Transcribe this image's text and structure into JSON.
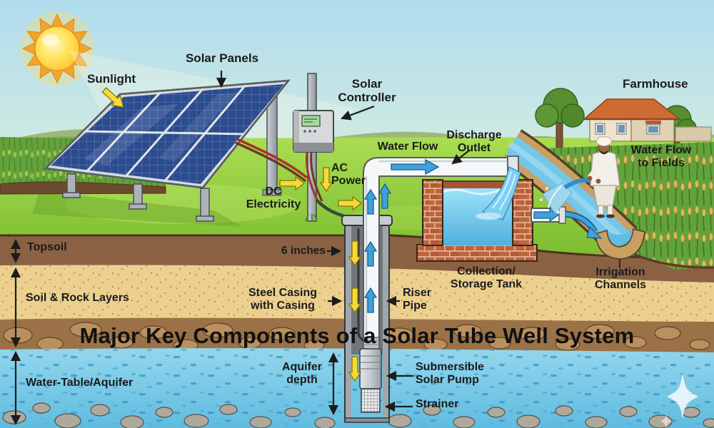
{
  "title": "Major Key Components of a Solar Tube Well System",
  "labels": {
    "sunlight": "Sunlight",
    "solar_panels": "Solar Panels",
    "solar_controller": "Solar Controller",
    "dc_electricity": "DC Electricity",
    "ac_power": "AC Power",
    "water_flow": "Water Flow",
    "discharge_outlet": "Discharge Outlet",
    "farmhouse": "Farmhouse",
    "water_flow_to_fields": "Water Flow to Fields",
    "topsoil": "Topsoil",
    "soil_rock_layers": "Soil & Rock Layers",
    "six_inches": "6 inches",
    "steel_casing": "Steel Casing with Casing",
    "riser_pipe": "Riser Pipe",
    "collection_storage_tank": "Collection/ Storage Tank",
    "irrigation_channels": "Irrigation Channels",
    "water_table_aquifer": "Water-Table/Aquifer",
    "aquifer_depth": "Aquifer depth",
    "submersible_solar_pump": "Submersible Solar Pump",
    "strainer": "Strainer"
  },
  "palette": {
    "sky": "#B4DEEE",
    "grass": "#8FCB3C",
    "topsoil_brown": "#8A6142",
    "sand": "#ECD08F",
    "rock_band": "#9B7248",
    "aquifer_blue": "#7BCAE6",
    "panel_blue": "#2C4C8E",
    "brick_red": "#C06540",
    "pipe_white": "#F5F7F8",
    "flow_yellow": "#F7D93C",
    "flow_blue": "#3FA0DA",
    "label_text": "#1B1B1B"
  }
}
